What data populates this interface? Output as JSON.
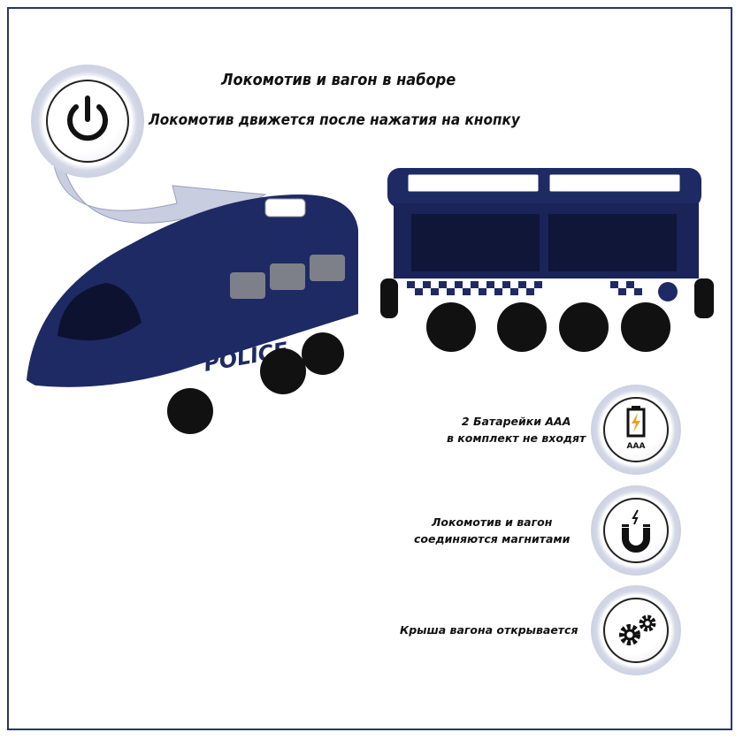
{
  "headline": "Локомотив и вагон в наборе",
  "subheadline": "Локомотив движется после нажатия на кнопку",
  "power_icon": "power-icon",
  "train": {
    "decal_text": "POLICE",
    "colors": {
      "body": "#1e2a63",
      "stripe": "#ffffff",
      "wheels": "#111111"
    }
  },
  "features": [
    {
      "line1": "2 Батарейки ААА",
      "line2": "в комплект не входят",
      "icon": "battery-icon",
      "icon_label": "AAA"
    },
    {
      "line1": "Локомотив и вагон",
      "line2": "соединяются магнитами",
      "icon": "magnet-icon"
    },
    {
      "line1": "Крыша вагона открывается",
      "line2": "",
      "icon": "gears-icon"
    }
  ],
  "colors": {
    "frame": "#2b3566",
    "halo": "#b7bcd3",
    "accent": "#f0a020"
  }
}
